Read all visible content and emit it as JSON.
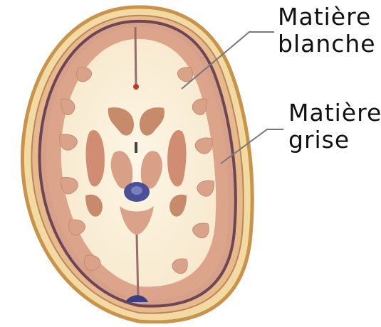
{
  "labels": {
    "white_matter": [
      "Matière",
      "blanche"
    ],
    "grey_matter": [
      "Matière",
      "grise"
    ]
  },
  "colors": {
    "skull": "#f0d49a",
    "skull_dark": "#c8934c",
    "dura": "#8a5a66",
    "grey_matter": "#d6a08a",
    "white_matter": "#fbf1dd",
    "ventricle": "#c78a6a",
    "brainstem_blue": "#4b4f95",
    "leader_line": "#777777"
  }
}
